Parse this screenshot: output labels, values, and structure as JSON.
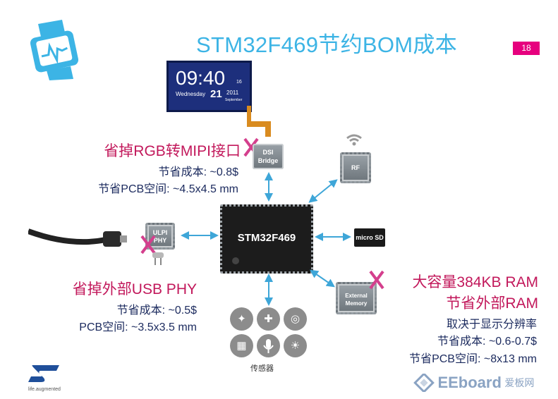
{
  "slide": {
    "title": "STM32F469节约BOM成本",
    "page_number": "18"
  },
  "display": {
    "time": "09:40",
    "seconds": "16",
    "weekday": "Wednesday",
    "day": "21",
    "year": "2011",
    "month": "September"
  },
  "chips": {
    "dsi": "DSI Bridge",
    "rf": "RF",
    "ulpi": "ULPI PHY",
    "mcu": "STM32F469",
    "ext_mem": "External Memory",
    "sd_card": "micro SD"
  },
  "notes": {
    "mipi": {
      "heading": "省掉RGB转MIPI接口",
      "cost": "节省成本: ~0.8$",
      "pcb": "节省PCB空间: ~4.5x4.5 mm"
    },
    "usb": {
      "heading": "省掉外部USB PHY",
      "cost": "节省成本: ~0.5$",
      "pcb": "PCB空间: ~3.5x3.5 mm"
    },
    "ram": {
      "heading1": "大容量384KB RAM",
      "heading2": "节省外部RAM",
      "line1": "取决于显示分辨率",
      "cost": "节省成本: ~0.6-0.7$",
      "pcb": "节省PCB空间: ~8x13 mm"
    }
  },
  "sensors": {
    "label": "传感器"
  },
  "footer": {
    "st_tagline": "life.augmented",
    "watermark_brand": "EEboard",
    "watermark_cn": "爱板网"
  },
  "icons": [
    "smartwatch-icon",
    "wifi-icon",
    "microphone-icon",
    "cross-mark-icon"
  ],
  "colors": {
    "title": "#3cb4e5",
    "accent": "#e6007e",
    "navy": "#1b2a5e",
    "arrow": "#3ea6d8"
  }
}
